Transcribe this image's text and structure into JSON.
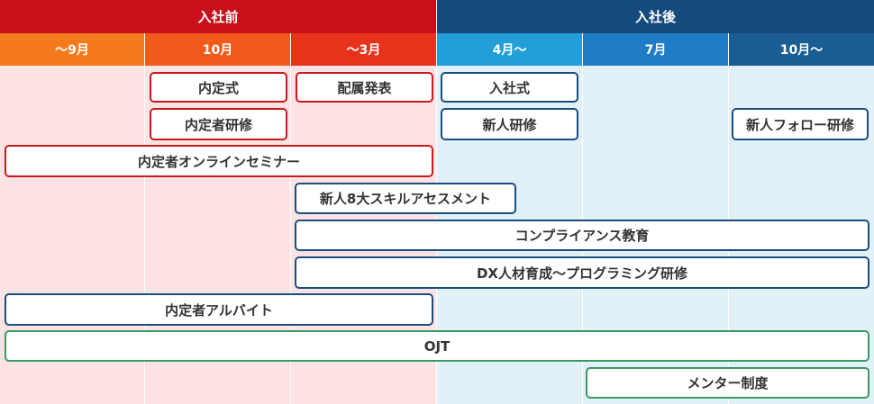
{
  "phases": {
    "before": "入社前",
    "after": "入社後"
  },
  "months": [
    "〜9月",
    "10月",
    "〜3月",
    "4月〜",
    "7月",
    "10月〜"
  ],
  "items": [
    "内定式",
    "配属発表",
    "入社式",
    "内定者研修",
    "新人研修",
    "新人フォロー研修",
    "内定者オンラインセミナー",
    "新人8大スキルアセスメント",
    "コンプライアンス教育",
    "DX人材育成〜プログラミング研修",
    "内定者アルバイト",
    "OJT",
    "メンター制度"
  ],
  "colors": {
    "before_header": "#c8101a",
    "after_header": "#144a7c",
    "before_bg": "#fde3e3",
    "after_bg": "#e2f0f7",
    "month_1": "#f47a1c",
    "month_2": "#f25a1c",
    "month_3": "#e8321c",
    "month_4": "#229fd6",
    "month_5": "#1f7cc4",
    "month_6": "#1a5c94"
  }
}
